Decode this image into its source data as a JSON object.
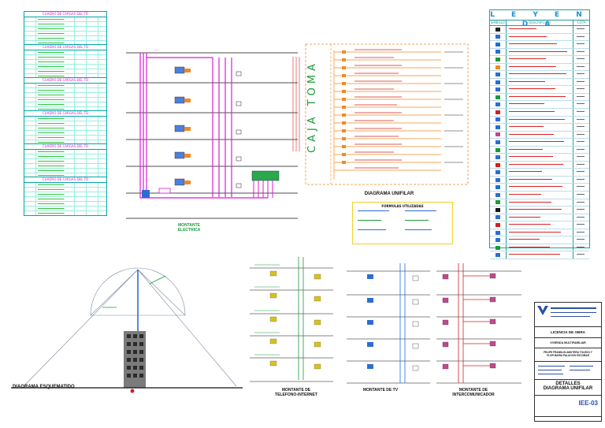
{
  "load_tables": {
    "title": "CUADRO DE CARGAS DEL TD"
  },
  "legend": {
    "title": "L E Y E N D A",
    "col_symbol": "SIMBOLO",
    "col_desc": "DESCRIPCION",
    "col_code": "COTA"
  },
  "diagrams": {
    "electric_riser": "MONTANTE\nELECTRICA",
    "unifilar": "DIAGRAMA UNIFILAR",
    "caja_toma": "CAJA TOMA",
    "formulas": "FORMULAS UTILIZADAS",
    "schematic": "DIAGRAMA ESQUEMATIDO",
    "phone_internet": "MONTANTE DE\nTELEFONO-INTERNET",
    "tv": "MONTANTE DE TV",
    "intercom": "MONTANTE DE\nINTERCOMUNICADOR"
  },
  "title_block": {
    "license": "LICENCIA DE OBRA",
    "project": "VIVIENDA MULTIFAMILIAR",
    "owner": "FELIPE FRANKLIN ABOTERA TOLEDO Y\nFLOR MARIA PALACIOS ESCOBAR",
    "sheet_title": "DETALLES\nDIAGRAMA UNIFILAR",
    "sheet_code": "IEE-03"
  },
  "colors": {
    "magenta": "#d81bd8",
    "green": "#1c9a3a",
    "orange": "#f08a24",
    "blue": "#1f6fd6",
    "red": "#d22020",
    "yellow": "#f2d227"
  }
}
